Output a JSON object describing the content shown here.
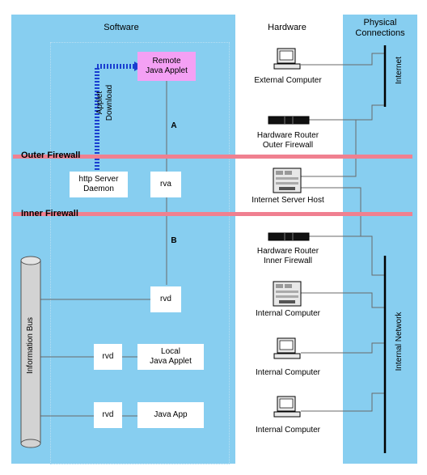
{
  "columns": {
    "software": "Software",
    "hardware": "Hardware",
    "physical": "Physical\nConnections"
  },
  "firewalls": {
    "outer": "Outer Firewall",
    "inner": "Inner Firewall"
  },
  "software": {
    "remote_applet": "Remote\nJava Applet",
    "applet_download": "Applet\nDownload",
    "label_a": "A",
    "label_b": "B",
    "http_server": "http Server\nDaemon",
    "rva": "rva",
    "rvd_main": "rvd",
    "rvd_local": "rvd",
    "local_applet": "Local\nJava Applet",
    "rvd_app": "rvd",
    "java_app": "Java App",
    "info_bus": "Information Bus"
  },
  "hardware": {
    "external_computer": "External Computer",
    "router_outer": "Hardware Router\nOuter Firewall",
    "internet_server": "Internet Server Host",
    "router_inner": "Hardware Router\nInner Firewall",
    "internal_1": "Internal Computer",
    "internal_2": "Internal Computer",
    "internal_3": "Internal Computer"
  },
  "physical": {
    "internet": "Internet",
    "internal_network": "Internal Network"
  }
}
